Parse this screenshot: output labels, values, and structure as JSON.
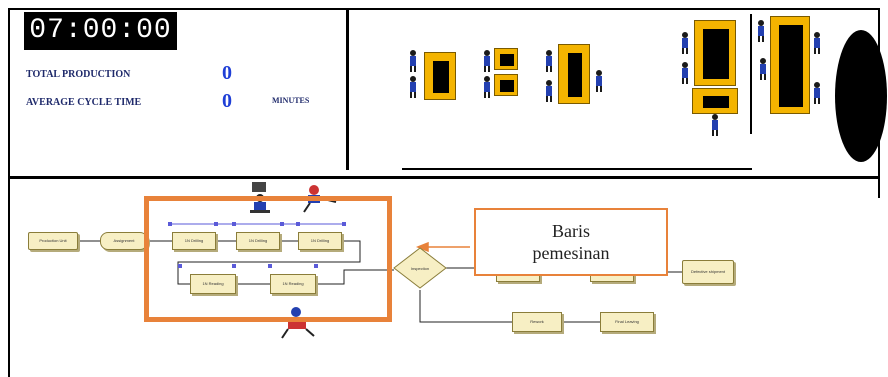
{
  "clock": "07:00:00",
  "stats": {
    "total_production_label": "TOTAL PRODUCTION",
    "total_production_value": "0",
    "avg_cycle_label": "AVERAGE CYCLE TIME",
    "avg_cycle_value": "0",
    "avg_cycle_unit": "MINUTES"
  },
  "callout": {
    "line1": "Baris",
    "line2": "pemesinan"
  },
  "colors": {
    "station": "#f4b400",
    "highlight": "#e8823a",
    "value_blue": "#1f3fd6",
    "module_fill": "#f7efc4"
  }
}
